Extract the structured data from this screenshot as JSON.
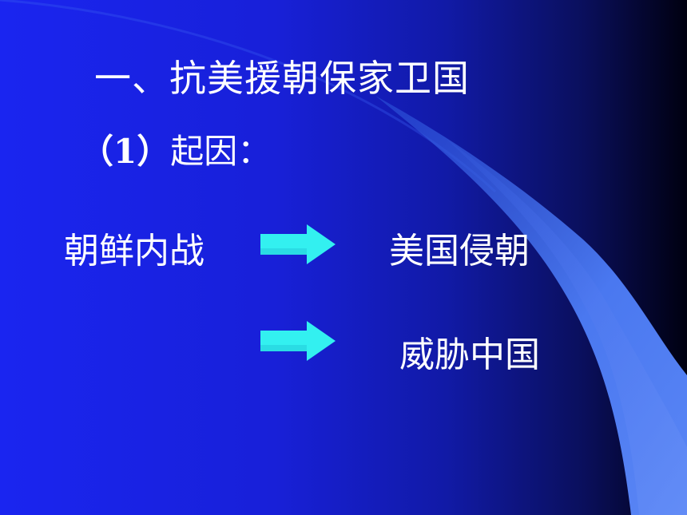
{
  "slide": {
    "title": "一、抗美援朝保家卫国",
    "subtitle_number": "（1）",
    "subtitle_label": "起因：",
    "cause": "朝鲜内战",
    "effect_1": "美国侵朝",
    "effect_2": "威胁中国"
  },
  "colors": {
    "background_left": "#1a25f0",
    "background_right": "#000010",
    "text": "#ffffff",
    "arrow_fill": "#33f0f0",
    "swoosh": "#4a78f0"
  },
  "icons": {
    "arrow_1": "right-arrow-icon",
    "arrow_2": "right-arrow-icon"
  }
}
